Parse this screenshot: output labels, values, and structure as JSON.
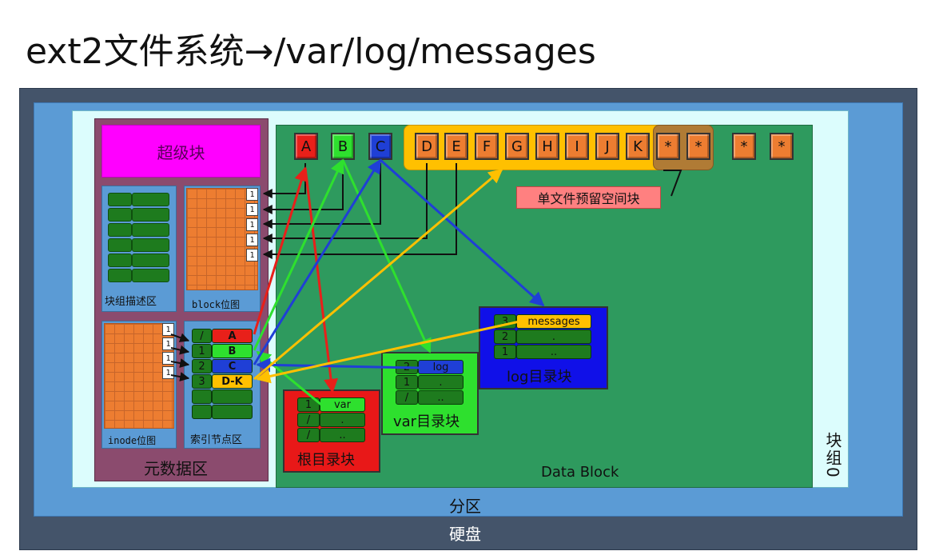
{
  "title": "ext2文件系统→/var/log/messages",
  "labels": {
    "disk": "硬盘",
    "partition": "分区",
    "block_group": "块组0",
    "meta_area": "元数据区",
    "super_block": "超级块",
    "group_desc": "块组描述区",
    "block_bitmap": "block位图",
    "inode_bitmap": "inode位图",
    "inode_table": "索引节点区",
    "data_block": "Data Block",
    "reserved": "单文件预留空间块",
    "root_dir": "根目录块",
    "var_dir": "var目录块",
    "log_dir": "log目录块"
  },
  "blocks": [
    "A",
    "B",
    "C",
    "D",
    "E",
    "F",
    "G",
    "H",
    "I",
    "J",
    "K",
    "*",
    "*",
    "*",
    "*"
  ],
  "block_colors": {
    "A": "#e8201a",
    "B": "#2ee02e",
    "C": "#1f3fd6",
    "D-K": "#ed7d31"
  },
  "block_bits": [
    "1",
    "1",
    "1",
    "1",
    "1"
  ],
  "inode_bits": [
    "1",
    "1",
    "1",
    "1"
  ],
  "inodes": [
    {
      "num": "/",
      "ptr": "A"
    },
    {
      "num": "1",
      "ptr": "B"
    },
    {
      "num": "2",
      "ptr": "C"
    },
    {
      "num": "3",
      "ptr": "D-K"
    }
  ],
  "root_entries": [
    {
      "num": "1",
      "name": "var"
    },
    {
      "num": "/",
      "name": "."
    },
    {
      "num": "/",
      "name": ".."
    }
  ],
  "var_entries": [
    {
      "num": "2",
      "name": "log"
    },
    {
      "num": "1",
      "name": "."
    },
    {
      "num": "/",
      "name": ".."
    }
  ],
  "log_entries": [
    {
      "num": "3",
      "name": "messages"
    },
    {
      "num": "2",
      "name": "."
    },
    {
      "num": "1",
      "name": ".."
    }
  ]
}
